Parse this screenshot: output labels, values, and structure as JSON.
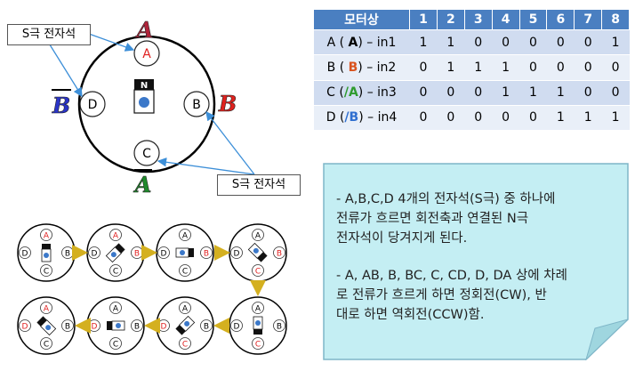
{
  "callouts": {
    "top": "S극 전자석",
    "bottom": "S극 전자석"
  },
  "motor_big": {
    "poles": {
      "a": "A",
      "b": "B",
      "c": "C",
      "d": "D"
    },
    "rotor_label": "N",
    "phase_labels": {
      "a": "A",
      "b": "B",
      "a_bar": "A",
      "b_bar": "B"
    }
  },
  "table": {
    "header": [
      "모터상",
      "1",
      "2",
      "3",
      "4",
      "5",
      "6",
      "7",
      "8"
    ],
    "rows": [
      {
        "label_pre": "A ( ",
        "label_key": "A",
        "label_post": ") – in1",
        "key_color": "#000000",
        "values": [
          "1",
          "1",
          "0",
          "0",
          "0",
          "0",
          "0",
          "1"
        ]
      },
      {
        "label_pre": "B ( ",
        "label_key": "B",
        "label_post": ") – in2",
        "key_color": "#d9531e",
        "values": [
          "0",
          "1",
          "1",
          "1",
          "0",
          "0",
          "0",
          "0"
        ]
      },
      {
        "label_pre": "C (",
        "label_key": "/A",
        "label_post": ") – in3",
        "key_color": "#2e9b2e",
        "values": [
          "0",
          "0",
          "0",
          "1",
          "1",
          "1",
          "0",
          "0"
        ]
      },
      {
        "label_pre": "D (",
        "label_key": "/B",
        "label_post": ") – in4",
        "key_color": "#2f6fd0",
        "values": [
          "0",
          "0",
          "0",
          "0",
          "0",
          "1",
          "1",
          "1"
        ]
      }
    ]
  },
  "note": {
    "p1": "- A,B,C,D 4개의 전자석(S극) 중 하나에\n전류가 흐르면 회전축과 연결된  N극\n전자석이 당겨지게 된다.",
    "p2": "- A, AB, B, BC, C, CD, D, DA 상에 차례\n로 전류가 흐르게 하면 정회전(CW), 반\n대로 하면 역회전(CCW)함."
  },
  "small_motors": {
    "labels": {
      "a": "A",
      "b": "B",
      "c": "C",
      "d": "D"
    },
    "steps": [
      {
        "angle": 0,
        "active": [
          "a"
        ]
      },
      {
        "angle": 45,
        "active": [
          "a",
          "b"
        ]
      },
      {
        "angle": 90,
        "active": [
          "b"
        ]
      },
      {
        "angle": 135,
        "active": [
          "b",
          "c"
        ]
      },
      {
        "angle": 180,
        "active": [
          "c"
        ]
      },
      {
        "angle": 225,
        "active": [
          "c",
          "d"
        ]
      },
      {
        "angle": 270,
        "active": [
          "d"
        ]
      },
      {
        "angle": 315,
        "active": [
          "d",
          "a"
        ]
      }
    ]
  },
  "colors": {
    "pole_active": "#e02020",
    "header_blue": "#4a7fc1",
    "note_fill": "#c4eef3",
    "note_stroke": "#7fb6c8",
    "arrow_blue": "#3d8fd8",
    "step_arrow": "#d4b020",
    "phase_a": "#b0233a",
    "phase_b": "#e0221e",
    "phase_a_bar": "#1f8a2c",
    "phase_b_bar": "#2a34c8"
  }
}
